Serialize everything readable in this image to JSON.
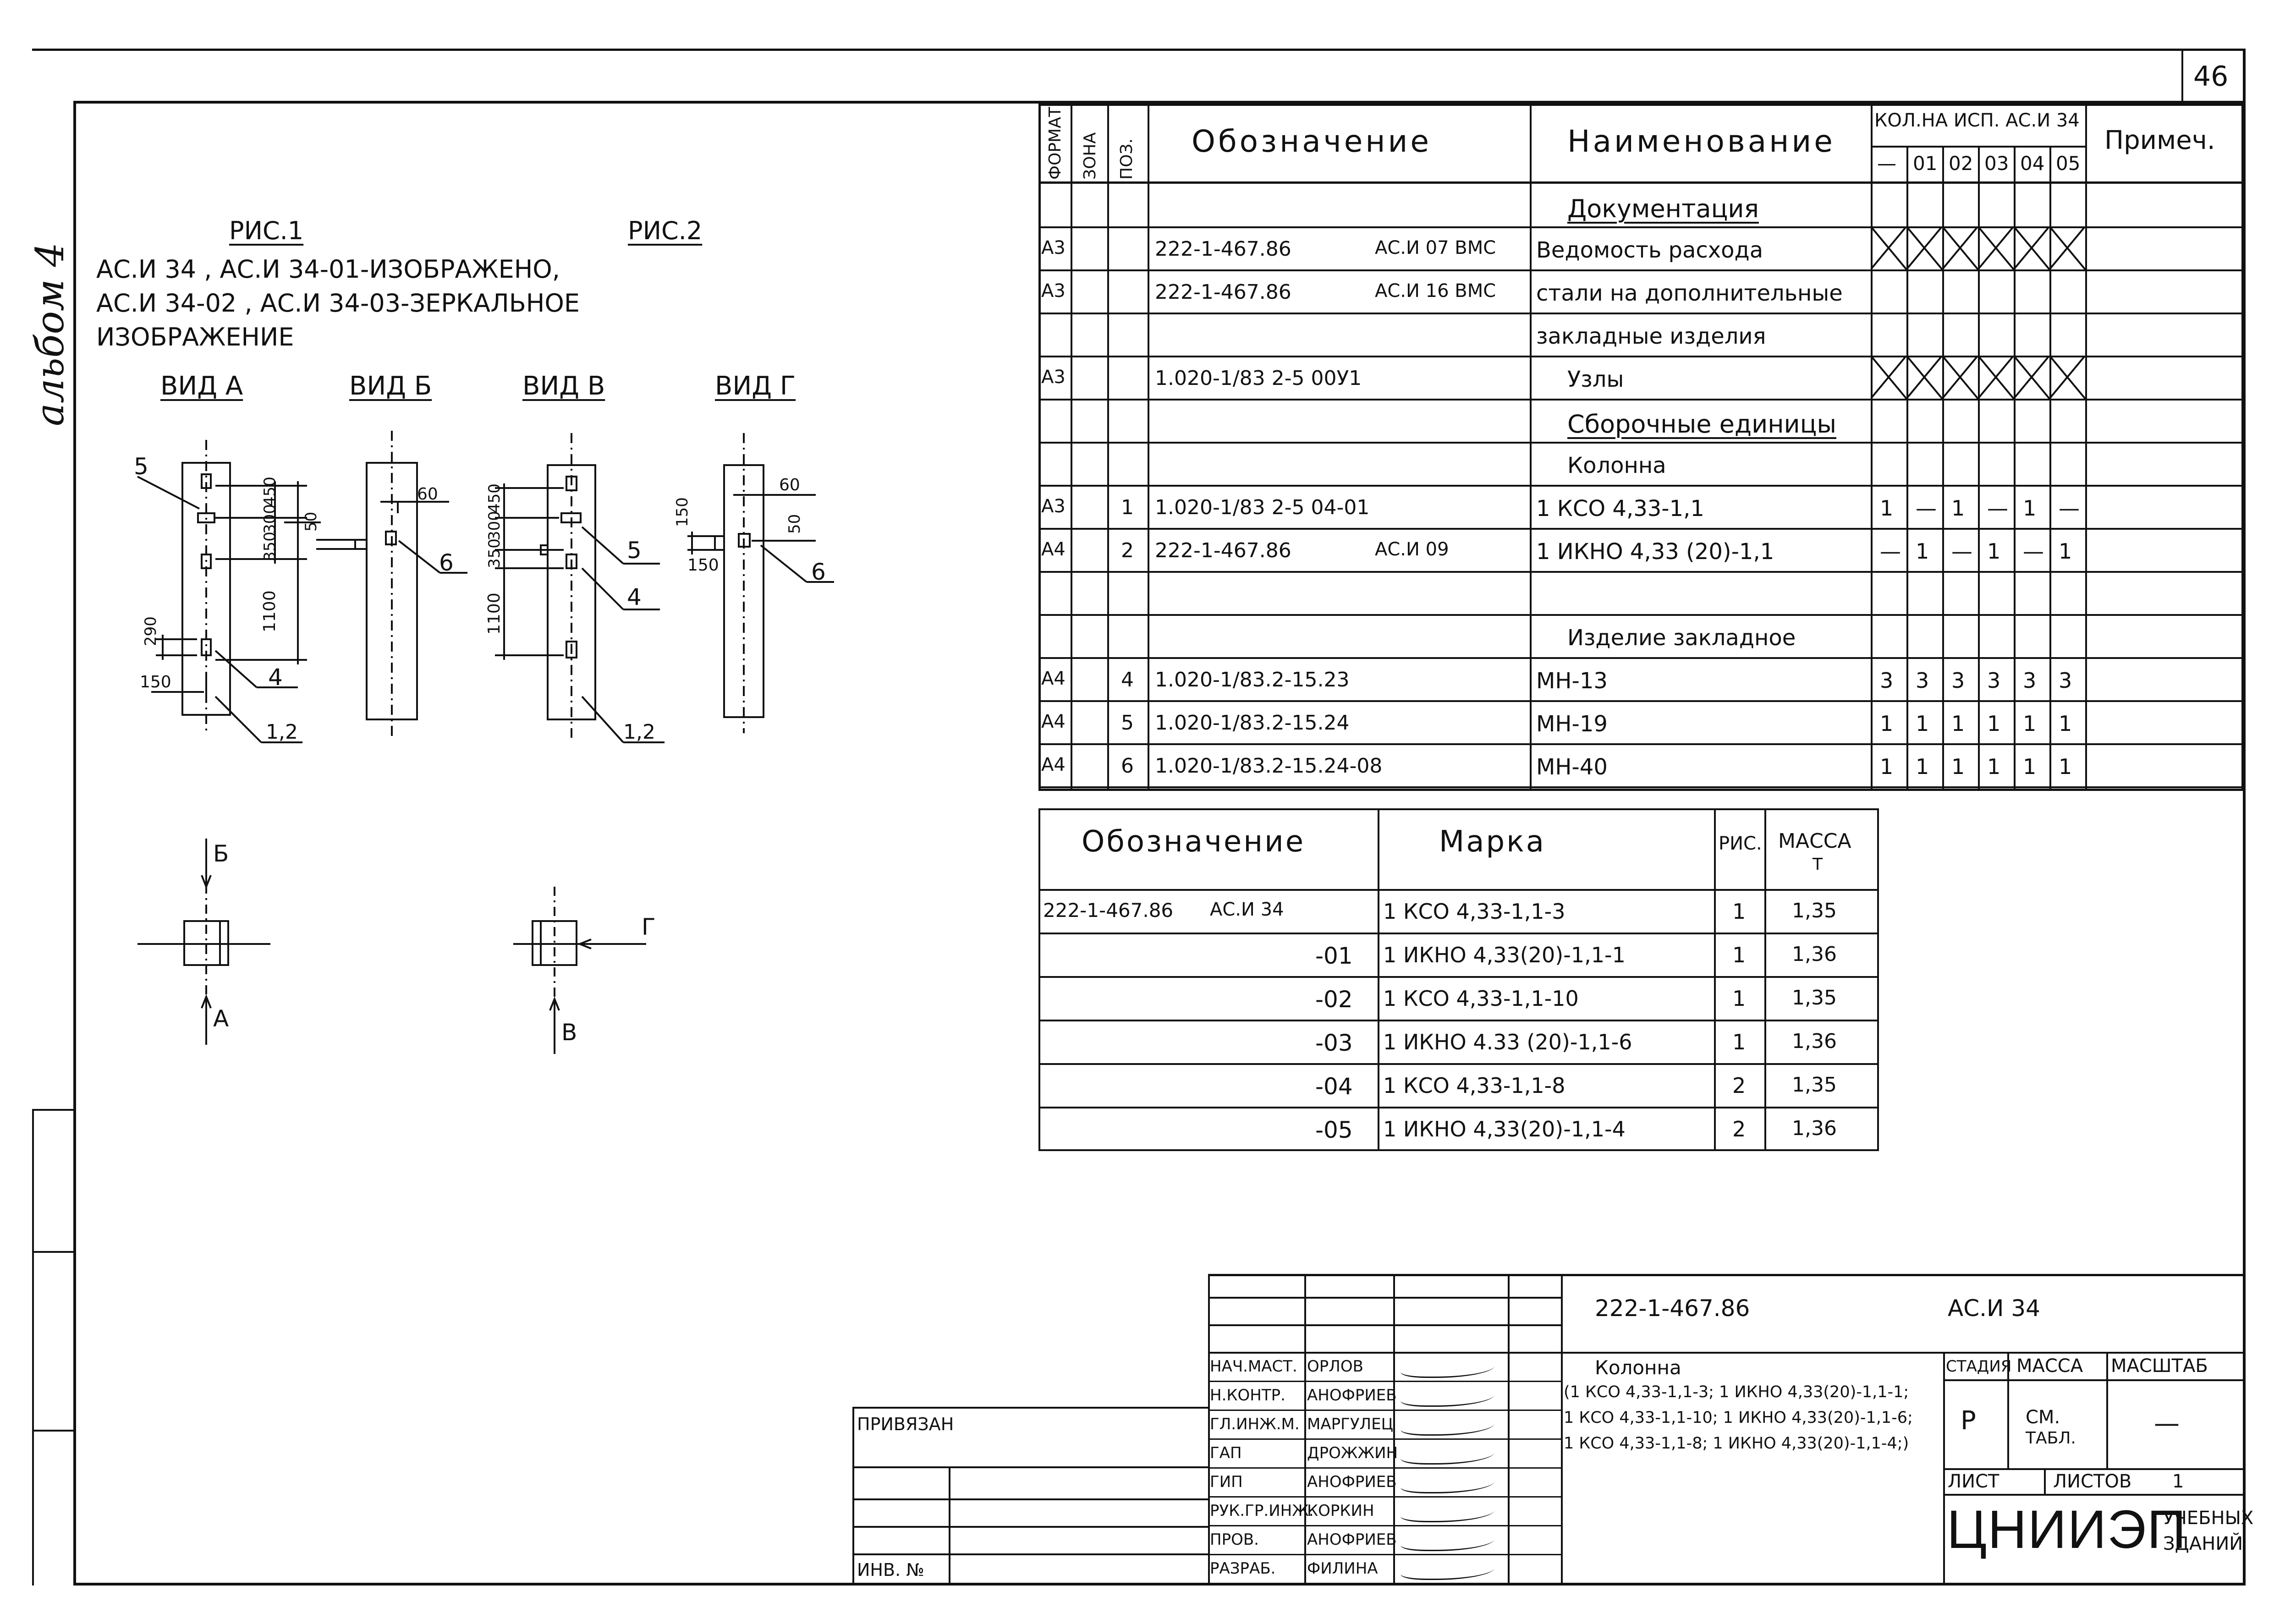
{
  "sheet": {
    "number": "46",
    "side_note": "альбом 4"
  },
  "figures": {
    "fig1_title": "РИС.1",
    "fig2_title": "РИС.2",
    "caption_line1": "АС.И 34 , АС.И 34-01-ИЗОБРАЖЕНО,",
    "caption_line2": "АС.И 34-02 , АС.И 34-03-ЗЕРКАЛЬНОЕ",
    "caption_line3": "ИЗОБРАЖЕНИЕ",
    "views": [
      "ВИД А",
      "ВИД Б",
      "ВИД В",
      "ВИД Г"
    ],
    "dims": {
      "a_350": "350",
      "a_300": "300",
      "a_450": "450",
      "a_1100": "1100",
      "a_290": "290",
      "a_150": "150",
      "a_50": "50",
      "b_60": "60",
      "v_450": "450",
      "v_300": "300",
      "v_350": "350",
      "v_1100": "1100",
      "g_60": "60",
      "g_150a": "150",
      "g_150b": "150",
      "g_50": "50"
    },
    "callouts": {
      "a_5": "5",
      "a_4": "4",
      "a_12": "1,2",
      "b_6": "6",
      "v_5": "5",
      "v_4": "4",
      "v_12": "1,2",
      "g_6": "6"
    },
    "section_labels": {
      "b_top": "Б",
      "a_bottom": "А",
      "g_right": "Г",
      "v_bottom": "В"
    }
  },
  "spec_table": {
    "headers": {
      "format": "ФОРМАТ",
      "zone": "ЗОНА",
      "pos": "ПОЗ.",
      "designation": "Обозначение",
      "name": "Наименование",
      "qty_group": "КОЛ.НА ИСП. АС.И 34",
      "variants": [
        "—",
        "01",
        "02",
        "03",
        "04",
        "05"
      ],
      "note": "Примеч."
    },
    "rows": [
      {
        "format": "",
        "pos": "",
        "designation": "",
        "code": "",
        "name": "Документация",
        "section": true,
        "qty": [
          "",
          "",
          "",
          "",
          "",
          ""
        ],
        "crossed": false
      },
      {
        "format": "А3",
        "pos": "",
        "designation": "222-1-467.86",
        "code": "АС.И 07 ВМС",
        "name": "Ведомость расхода",
        "section": false,
        "qty": [
          "",
          "",
          "",
          "",
          "",
          ""
        ],
        "crossed": true
      },
      {
        "format": "А3",
        "pos": "",
        "designation": "222-1-467.86",
        "code": "АС.И 16 ВМС",
        "name": "стали на дополнительные",
        "section": false,
        "qty": [
          "",
          "",
          "",
          "",
          "",
          ""
        ],
        "crossed": false
      },
      {
        "format": "",
        "pos": "",
        "designation": "",
        "code": "",
        "name": "закладные изделия",
        "section": false,
        "qty": [
          "",
          "",
          "",
          "",
          "",
          ""
        ],
        "crossed": false
      },
      {
        "format": "А3",
        "pos": "",
        "designation": "1.020-1/83 2-5 00У1",
        "code": "",
        "name": "Узлы",
        "section": false,
        "qty": [
          "",
          "",
          "",
          "",
          "",
          ""
        ],
        "crossed": true
      },
      {
        "format": "",
        "pos": "",
        "designation": "",
        "code": "",
        "name": "Сборочные единицы",
        "section": true,
        "qty": [
          "",
          "",
          "",
          "",
          "",
          ""
        ],
        "crossed": false
      },
      {
        "format": "",
        "pos": "",
        "designation": "",
        "code": "",
        "name": "Колонна",
        "section": false,
        "qty": [
          "",
          "",
          "",
          "",
          "",
          ""
        ],
        "crossed": false
      },
      {
        "format": "А3",
        "pos": "1",
        "designation": "1.020-1/83 2-5 04-01",
        "code": "",
        "name": "1 КСО 4,33-1,1",
        "section": false,
        "qty": [
          "1",
          "—",
          "1",
          "—",
          "1",
          "—"
        ],
        "crossed": false
      },
      {
        "format": "А4",
        "pos": "2",
        "designation": "222-1-467.86",
        "code": "АС.И 09",
        "name": "1 ИКНО 4,33 (20)-1,1",
        "section": false,
        "qty": [
          "—",
          "1",
          "—",
          "1",
          "—",
          "1"
        ],
        "crossed": false
      },
      {
        "format": "",
        "pos": "",
        "designation": "",
        "code": "",
        "name": "",
        "section": false,
        "qty": [
          "",
          "",
          "",
          "",
          "",
          ""
        ],
        "crossed": false
      },
      {
        "format": "",
        "pos": "",
        "designation": "",
        "code": "",
        "name": "Изделие закладное",
        "section": false,
        "qty": [
          "",
          "",
          "",
          "",
          "",
          ""
        ],
        "crossed": false
      },
      {
        "format": "А4",
        "pos": "4",
        "designation": "1.020-1/83.2-15.23",
        "code": "",
        "name": "МН-13",
        "section": false,
        "qty": [
          "3",
          "3",
          "3",
          "3",
          "3",
          "3"
        ],
        "crossed": false
      },
      {
        "format": "А4",
        "pos": "5",
        "designation": "1.020-1/83.2-15.24",
        "code": "",
        "name": "МН-19",
        "section": false,
        "qty": [
          "1",
          "1",
          "1",
          "1",
          "1",
          "1"
        ],
        "crossed": false
      },
      {
        "format": "А4",
        "pos": "6",
        "designation": "1.020-1/83.2-15.24-08",
        "code": "",
        "name": "МН-40",
        "section": false,
        "qty": [
          "1",
          "1",
          "1",
          "1",
          "1",
          "1"
        ],
        "crossed": false
      }
    ]
  },
  "mark_table": {
    "headers": {
      "designation": "Обозначение",
      "mark": "Марка",
      "fig": "РИС.",
      "mass": "МАССА",
      "mass_unit": "Т"
    },
    "rows": [
      {
        "designation": "222-1-467.86",
        "code": "АС.И 34",
        "mark": "1 КСО 4,33-1,1-3",
        "fig": "1",
        "mass": "1,35"
      },
      {
        "designation": "",
        "code": "-01",
        "mark": "1 ИКНО 4,33(20)-1,1-1",
        "fig": "1",
        "mass": "1,36"
      },
      {
        "designation": "",
        "code": "-02",
        "mark": "1 КСО 4,33-1,1-10",
        "fig": "1",
        "mass": "1,35"
      },
      {
        "designation": "",
        "code": "-03",
        "mark": "1 ИКНО 4.33 (20)-1,1-6",
        "fig": "1",
        "mass": "1,36"
      },
      {
        "designation": "",
        "code": "-04",
        "mark": "1 КСО 4,33-1,1-8",
        "fig": "2",
        "mass": "1,35"
      },
      {
        "designation": "",
        "code": "-05",
        "mark": "1 ИКНО 4,33(20)-1,1-4",
        "fig": "2",
        "mass": "1,36"
      }
    ]
  },
  "title_block": {
    "bound": "ПРИВЯЗАН",
    "inv_no": "ИНВ. №",
    "doc_code": "222-1-467.86",
    "doc_mark": "АС.И 34",
    "object_name": "Колонна",
    "object_desc_1": "(1 КСО 4,33-1,1-3; 1 ИКНО 4,33(20)-1,1-1;",
    "object_desc_2": "1 КСО 4,33-1,1-10; 1 ИКНО 4,33(20)-1,1-6;",
    "object_desc_3": "1 КСО 4,33-1,1-8; 1 ИКНО 4,33(20)-1,1-4;)",
    "stage_label": "СТАДИЯ",
    "mass_label": "МАССА",
    "scale_label": "МАСШТАБ",
    "stage_value": "Р",
    "mass_value_1": "СМ.",
    "mass_value_2": "ТАБЛ.",
    "scale_value": "—",
    "sheet_label": "ЛИСТ",
    "sheets_label": "ЛИСТОВ",
    "sheets_value": "1",
    "org": "ЦНИИЭП",
    "org_sub_1": "УЧЕБНЫХ",
    "org_sub_2": "ЗДАНИЙ",
    "signers": [
      {
        "role": "НАЧ.МАСТ.",
        "name": "ОРЛОВ"
      },
      {
        "role": "Н.КОНТР.",
        "name": "АНОФРИЕВ"
      },
      {
        "role": "ГЛ.ИНЖ.М.",
        "name": "МАРГУЛЕЦ"
      },
      {
        "role": "ГАП",
        "name": "ДРОЖЖИН"
      },
      {
        "role": "ГИП",
        "name": "АНОФРИЕВ"
      },
      {
        "role": "РУК.ГР.ИНЖ.",
        "name": "КОРКИН"
      },
      {
        "role": "ПРОВ.",
        "name": "АНОФРИЕВ"
      },
      {
        "role": "РАЗРАБ.",
        "name": "ФИЛИНА"
      }
    ]
  }
}
